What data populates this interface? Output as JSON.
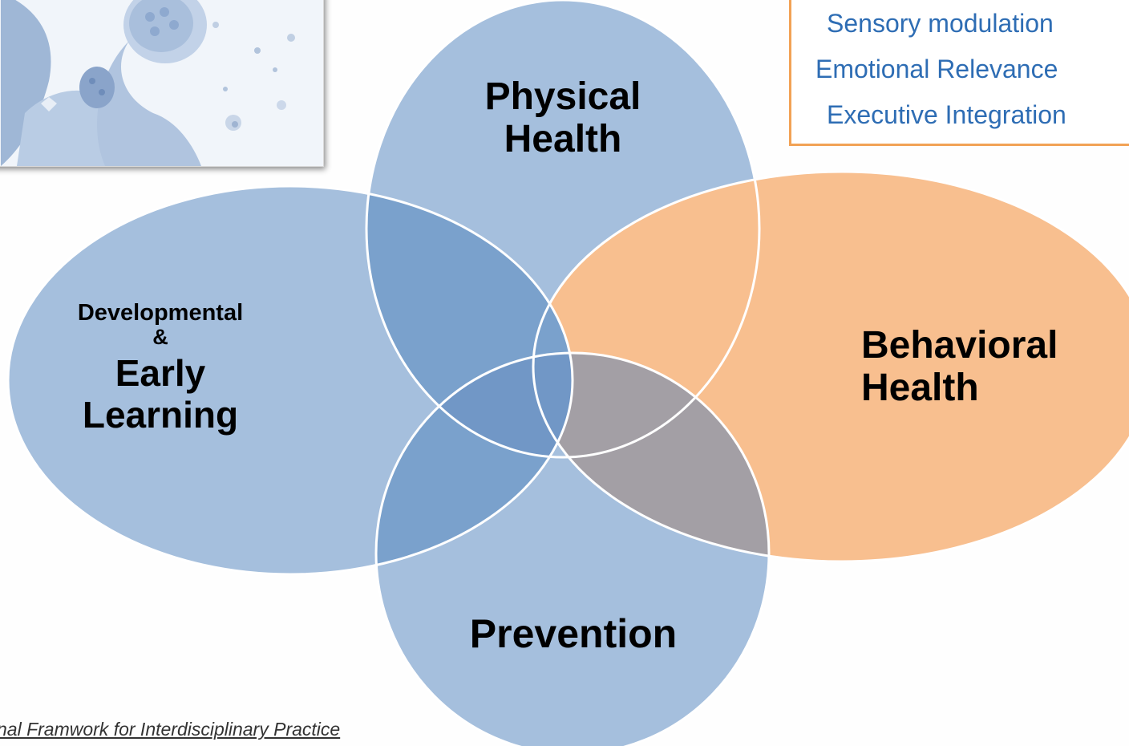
{
  "diagram": {
    "circles": [
      {
        "id": "physical",
        "label_lines": [
          "Physical",
          "Health"
        ],
        "color": "#a5bfdd"
      },
      {
        "id": "developmental",
        "small_lines": [
          "Developmental",
          "&"
        ],
        "label_lines": [
          "Early",
          "Learning"
        ],
        "color": "#a5bfdd"
      },
      {
        "id": "behavioral",
        "label_lines": [
          "Behavioral",
          "Health"
        ],
        "color": "#f8bf8f"
      },
      {
        "id": "prevention",
        "label_lines": [
          "Prevention"
        ],
        "color": "#a5bfdd"
      }
    ],
    "overlap_colors": {
      "blue_blue": "#7aa1cc",
      "center": "#7197c6",
      "blue_orange": "#a39fa5",
      "outline": "#ffffff"
    }
  },
  "note": {
    "lines": [
      "Sensory modulation",
      "Emotional Relevance",
      "Executive Integration"
    ],
    "text_color": "#2e6db4",
    "border_color": "#f2a255"
  },
  "caption": "nal Framwork for Interdisciplinary Practice"
}
